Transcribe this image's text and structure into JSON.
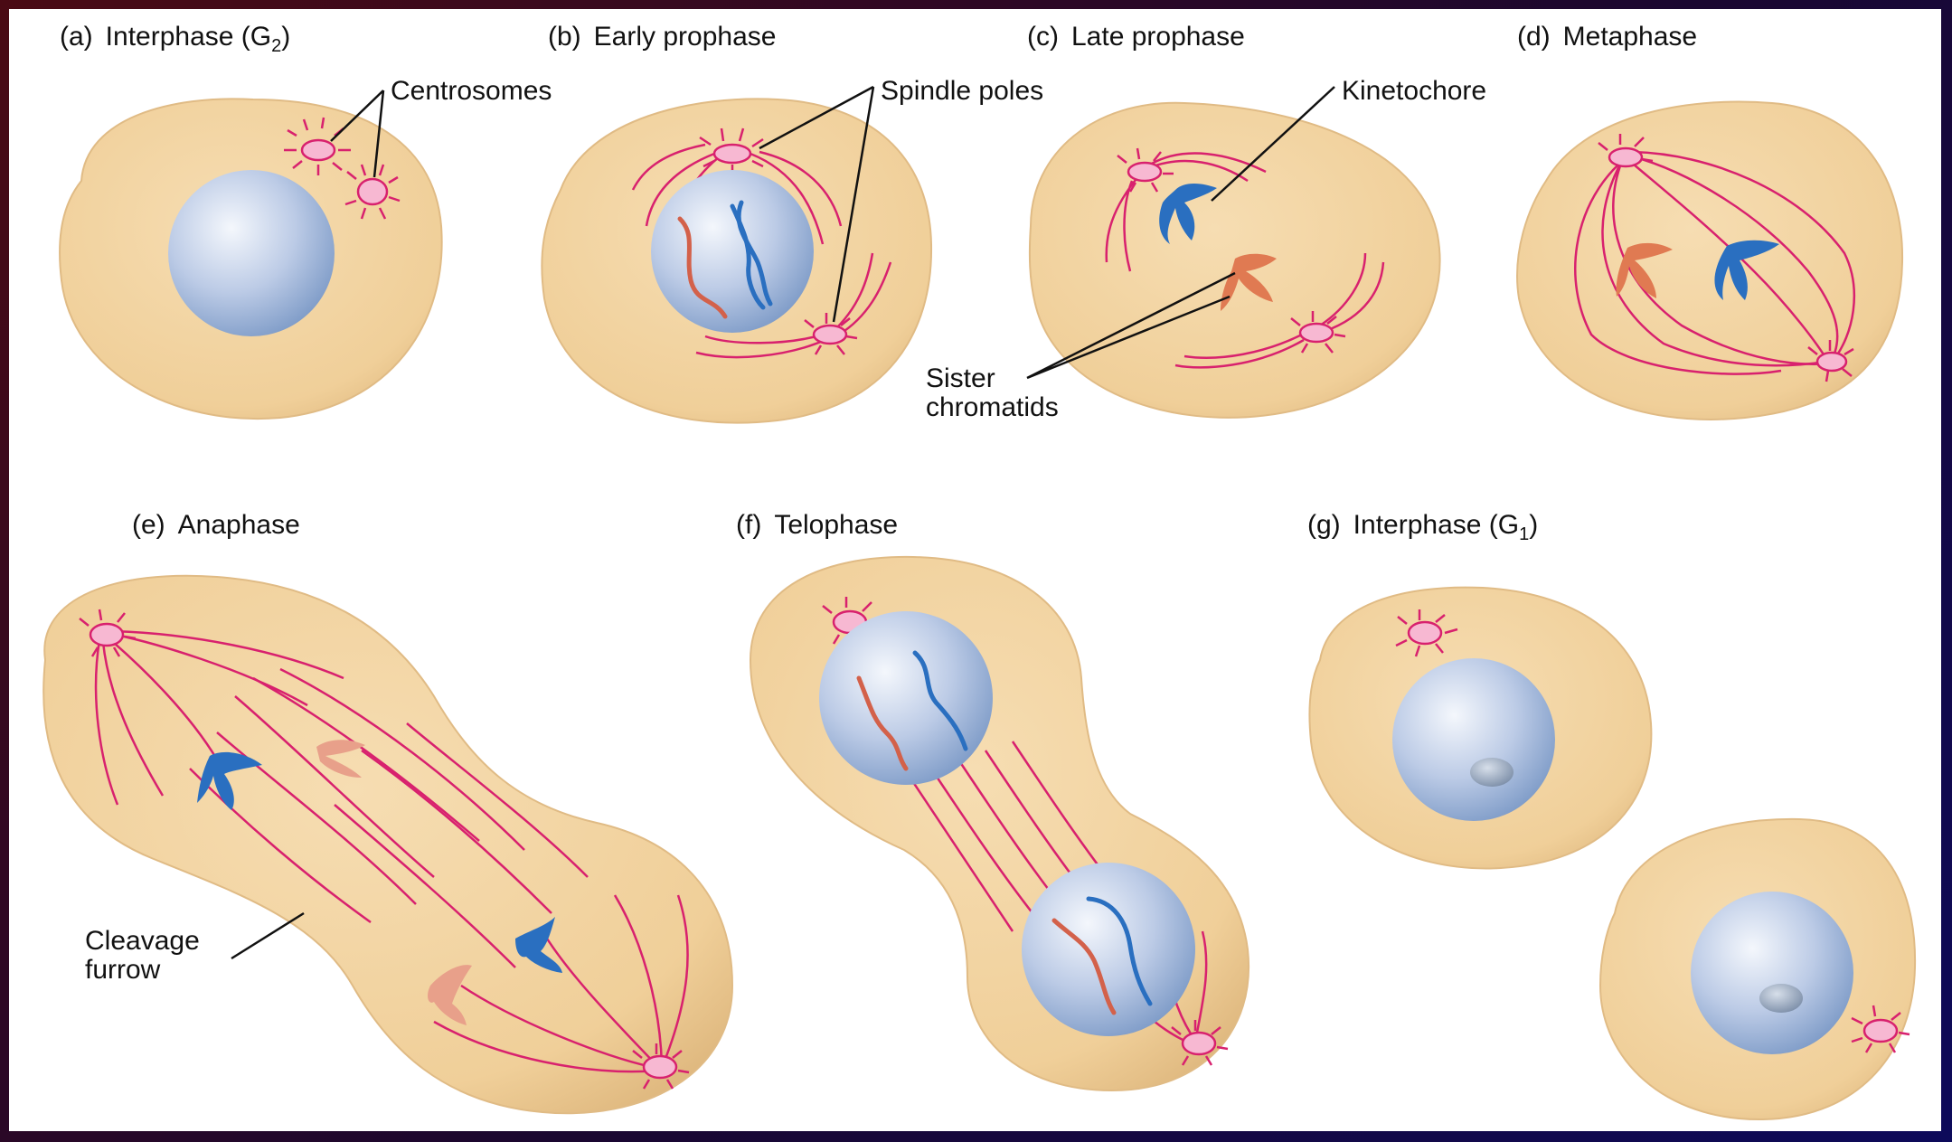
{
  "colors": {
    "cell_fill": "#f2d5a4",
    "cell_shade": "#e2bb82",
    "nucleus_light": "#eef3fb",
    "nucleus_dark": "#8fa8cf",
    "microtubule": "#d8216e",
    "chromosome_blue": "#2a6fc0",
    "chromosome_red": "#d3614a",
    "frame_border_start": "#4a0a14",
    "frame_border_end": "#0d0a5a"
  },
  "panels": {
    "a": {
      "letter": "(a)",
      "name": "Interphase (G",
      "subscript": "2",
      "close": ")"
    },
    "b": {
      "letter": "(b)",
      "name": "Early prophase"
    },
    "c": {
      "letter": "(c)",
      "name": "Late prophase"
    },
    "d": {
      "letter": "(d)",
      "name": "Metaphase"
    },
    "e": {
      "letter": "(e)",
      "name": "Anaphase"
    },
    "f": {
      "letter": "(f)",
      "name": "Telophase"
    },
    "g": {
      "letter": "(g)",
      "name": "Interphase (G",
      "subscript": "1",
      "close": ")"
    }
  },
  "annotations": {
    "centrosomes": "Centrosomes",
    "spindle_poles": "Spindle poles",
    "kinetochore": "Kinetochore",
    "sister_chromatids_line1": "Sister",
    "sister_chromatids_line2": "chromatids",
    "cleavage_furrow_line1": "Cleavage",
    "cleavage_furrow_line2": "furrow"
  }
}
